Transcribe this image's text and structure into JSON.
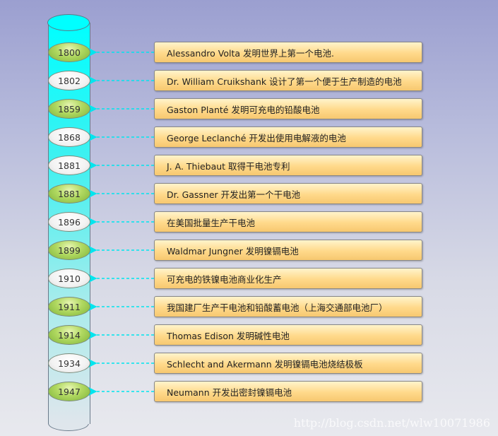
{
  "timeline": [
    {
      "year": "1800",
      "event": "Alessandro Volta 发明世界上第一个电池.",
      "style": "green"
    },
    {
      "year": "1802",
      "event": "Dr. William Cruikshank 设计了第一个便于生产制造的电池",
      "style": "white"
    },
    {
      "year": "1859",
      "event": "Gaston Planté 发明可充电的铅酸电池",
      "style": "green"
    },
    {
      "year": "1868",
      "event": "George Leclanché 开发出使用电解液的电池",
      "style": "white"
    },
    {
      "year": "1881",
      "event": "J. A. Thiebaut 取得干电池专利",
      "style": "white"
    },
    {
      "year": "1881",
      "event": "Dr. Gassner 开发出第一个干电池",
      "style": "green"
    },
    {
      "year": "1896",
      "event": "在美国批量生产干电池",
      "style": "white"
    },
    {
      "year": "1899",
      "event": "Waldmar Jungner 发明镍镉电池",
      "style": "green"
    },
    {
      "year": "1910",
      "event": "可充电的铁镍电池商业化生产",
      "style": "white"
    },
    {
      "year": "1911",
      "event": "我国建厂生产干电池和铅酸蓄电池（上海交通部电池厂）",
      "style": "green"
    },
    {
      "year": "1914",
      "event": "Thomas Edison 发明碱性电池",
      "style": "green"
    },
    {
      "year": "1934",
      "event": "Schlecht and Akermann 发明镍镉电池烧结极板",
      "style": "white"
    },
    {
      "year": "1947",
      "event": "Neumann 开发出密封镍镉电池",
      "style": "green"
    }
  ],
  "colors": {
    "arrow": "#00e5ee",
    "cylinder_top": "#00ffff"
  },
  "watermark": "http://blog.csdn.net/wlw10071986"
}
